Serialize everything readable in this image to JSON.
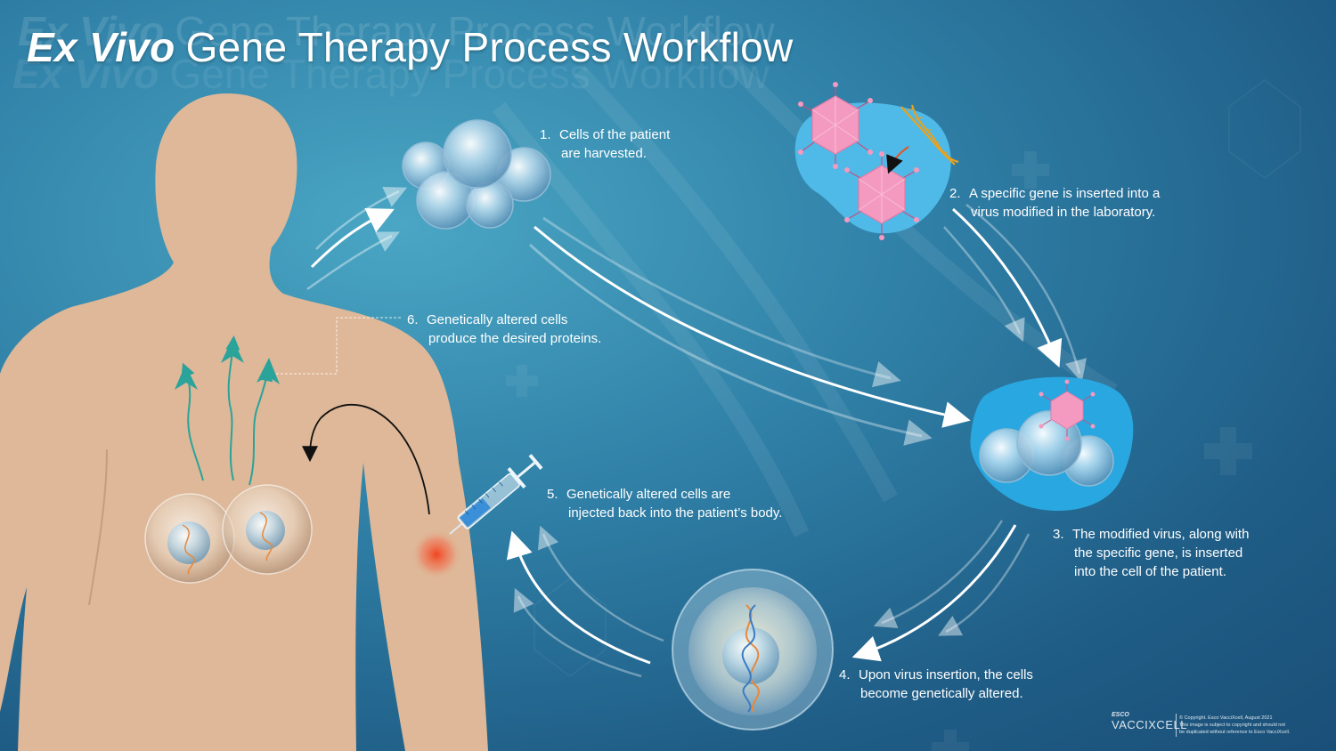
{
  "title": {
    "emphasis": "Ex Vivo",
    "rest": "Gene Therapy Process Workflow"
  },
  "steps": [
    {
      "num": "1.",
      "line1": "Cells of the patient",
      "line2": "are harvested."
    },
    {
      "num": "2.",
      "line1": "A specific gene is inserted into a",
      "line2": "virus modified in the laboratory."
    },
    {
      "num": "3.",
      "line1": "The modified virus, along with",
      "line2": "the specific gene, is inserted",
      "line3": "into the cell of the patient."
    },
    {
      "num": "4.",
      "line1": "Upon virus insertion, the cells",
      "line2": "become genetically altered."
    },
    {
      "num": "5.",
      "line1": "Genetically altered cells are",
      "line2": "injected back into the patient’s body."
    },
    {
      "num": "6.",
      "line1": "Genetically altered cells",
      "line2": "produce the desired proteins."
    }
  ],
  "footer": {
    "brand_top": "ESCO",
    "brand": "VACCIXCELL",
    "copyright": "© Copyright. Esco VacciXcell, August 2021",
    "notice1": "This image is subject to copyright and should not",
    "notice2": "be duplicated without reference to Esco VacciXcell."
  },
  "colors": {
    "background": "#2f7fa6",
    "body": "#deb898",
    "lab_blob": "#4fb9e8",
    "virus": "#f49ac0",
    "protein_arrows": "#2aa39a",
    "injection_site": "#e8452a"
  }
}
